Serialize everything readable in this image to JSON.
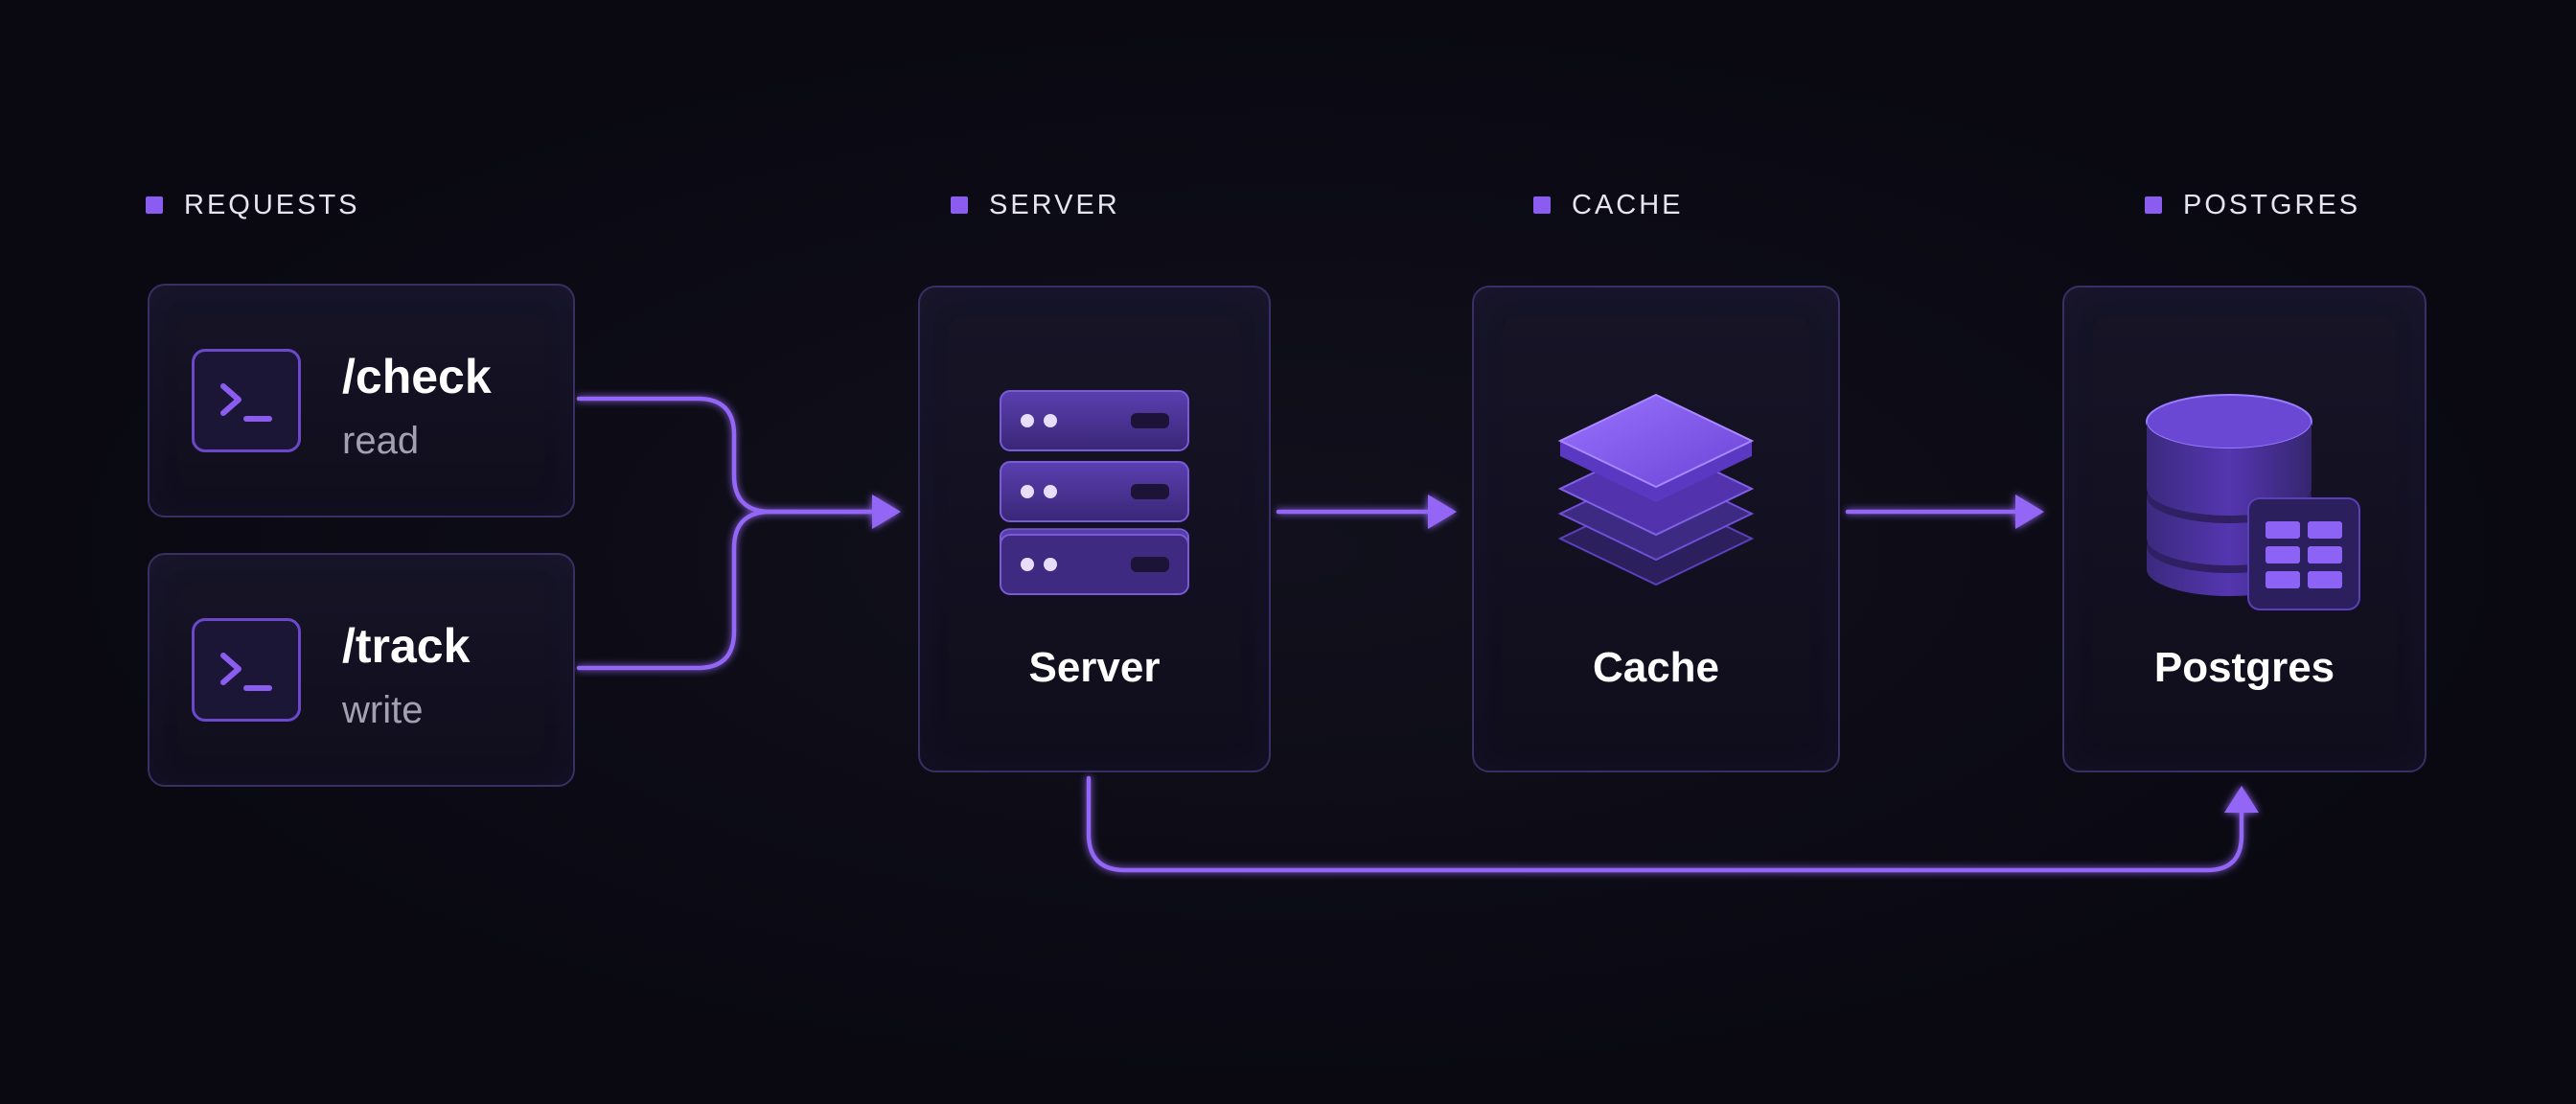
{
  "sections": {
    "requests": "REQUESTS",
    "server": "SERVER",
    "cache": "CACHE",
    "postgres": "POSTGRES"
  },
  "requests": [
    {
      "path": "/check",
      "mode": "read"
    },
    {
      "path": "/track",
      "mode": "write"
    }
  ],
  "nodes": {
    "server": "Server",
    "cache": "Cache",
    "postgres": "Postgres"
  },
  "colors": {
    "accent": "#8a5cf0",
    "card_border": "#3a2f63",
    "background": "#0a0912",
    "text_primary": "#ffffff",
    "text_secondary": "#a3a0b3"
  },
  "icons": {
    "request": "terminal-icon",
    "server": "server-rack-icon",
    "cache": "layers-stack-icon",
    "postgres": "database-table-icon"
  }
}
